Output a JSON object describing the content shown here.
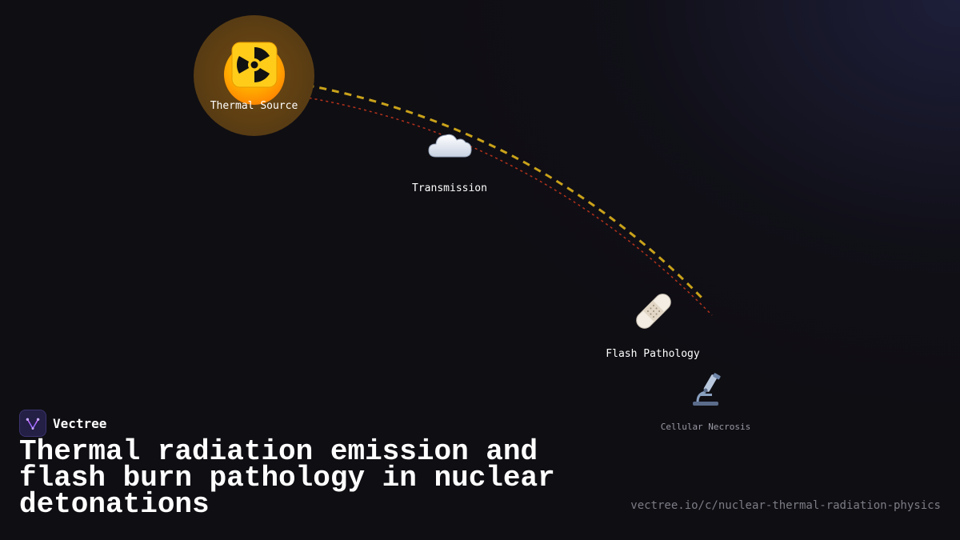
{
  "diagram": {
    "nodes": [
      {
        "id": "source",
        "label": "Thermal Source",
        "icon": "radioactive-icon"
      },
      {
        "id": "transmission",
        "label": "Transmission",
        "icon": "cloud-icon"
      },
      {
        "id": "flash",
        "label": "Flash Pathology",
        "icon": "bandage-icon"
      },
      {
        "id": "necrosis",
        "label": "Cellular Necrosis",
        "icon": "microscope-icon"
      }
    ],
    "colors": {
      "background": "#0f0e13",
      "source_halo": "#5e3f13",
      "source_orb": "#ffae00",
      "primary_path": "#c9a21a",
      "secondary_path": "#b5321c",
      "label": "#ffffff",
      "muted_label": "#9a9aa6"
    }
  },
  "brand": {
    "name": "Vectree",
    "logo_icon": "vectree-logo-icon"
  },
  "title": "Thermal radiation emission and flash burn pathology in nuclear detonations",
  "url": "vectree.io/c/nuclear-thermal-radiation-physics"
}
